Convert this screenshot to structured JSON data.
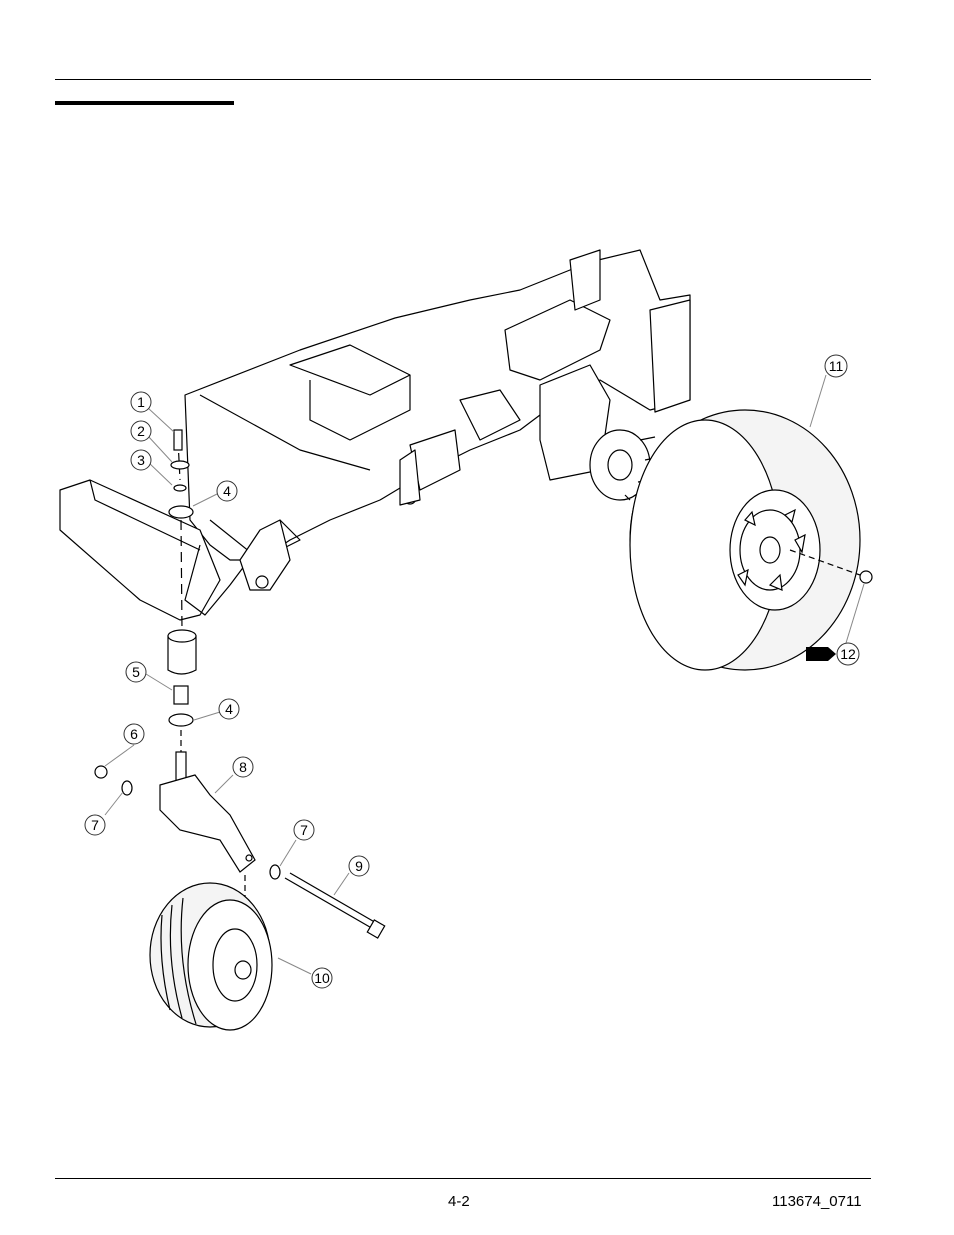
{
  "page": {
    "page_number": "4-2",
    "document_number": "113674_0711"
  },
  "callouts": [
    {
      "id": "1",
      "label": "1"
    },
    {
      "id": "2",
      "label": "2"
    },
    {
      "id": "3",
      "label": "3"
    },
    {
      "id": "4a",
      "label": "4"
    },
    {
      "id": "5",
      "label": "5"
    },
    {
      "id": "4b",
      "label": "4"
    },
    {
      "id": "6",
      "label": "6"
    },
    {
      "id": "8",
      "label": "8"
    },
    {
      "id": "7a",
      "label": "7"
    },
    {
      "id": "7b",
      "label": "7"
    },
    {
      "id": "9",
      "label": "9"
    },
    {
      "id": "10",
      "label": "10"
    },
    {
      "id": "11",
      "label": "11"
    },
    {
      "id": "12",
      "label": "12"
    }
  ],
  "colors": {
    "line": "#000000",
    "background": "#ffffff",
    "tire": "#f4f4f4"
  }
}
